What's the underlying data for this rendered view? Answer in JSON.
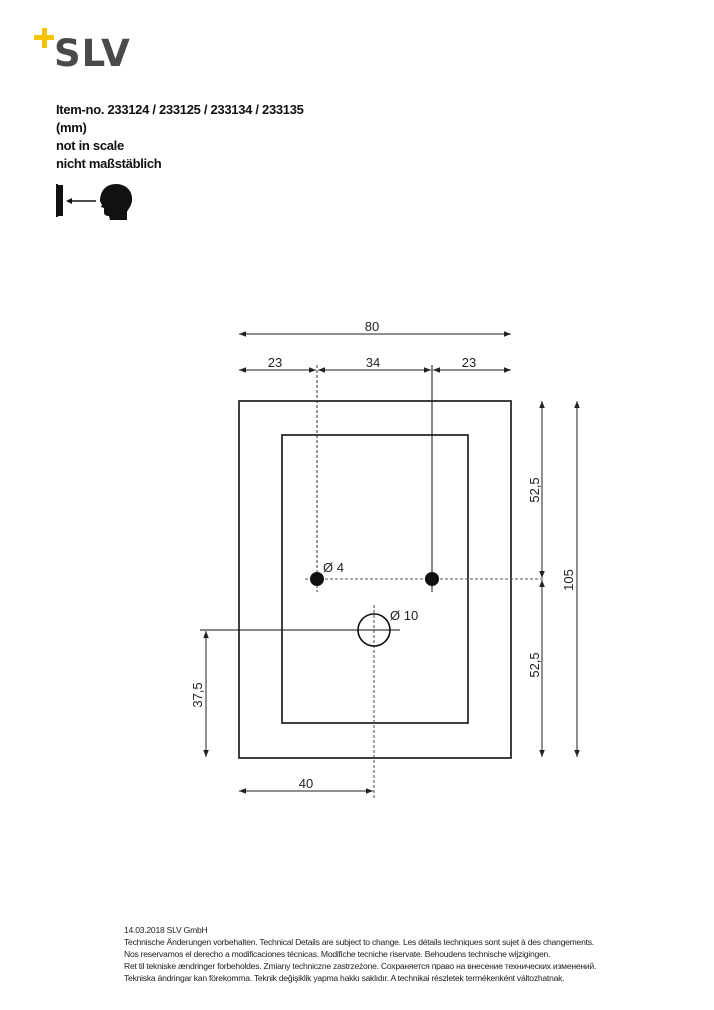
{
  "brand": {
    "logo_text": "SLV",
    "accent_color": "#f5c400",
    "text_color": "#4a4a4a"
  },
  "header": {
    "item_no": "Item-no. 233124 / 233125 / 233134 / 233135",
    "unit": "(mm)",
    "scale_note_en": "not in scale",
    "scale_note_de": "nicht maßstäblich",
    "view_icon": "viewing-direction-icon"
  },
  "drawing": {
    "dimensions": {
      "total_width": "80",
      "left_offset": "23",
      "hole_spacing": "34",
      "right_offset": "23",
      "upper_half_height": "52,5",
      "lower_half_height": "52,5",
      "total_height": "105",
      "cable_hole_from_bottom": "37,5",
      "cable_hole_from_left": "40"
    },
    "labels": {
      "screw_hole_diameter": "Ø 4",
      "cable_hole_diameter": "Ø 10"
    }
  },
  "footer": {
    "date_company": "14.03.2018   SLV GmbH",
    "lines": [
      "Technische Änderungen vorbehalten. Technical Details are subject to change. Les détails techniques sont sujet à des changements.",
      "Nos reservamos el derecho a modificaciones técnicas. Modifiche tecniche riservate. Behoudens technische wijzigingen.",
      "Ret til tekniske ændringer forbeholdes. Zmiany techniczne zastrzeżone. Сохраняется право на внесение технических изменений.",
      "Tekniska ändringar kan förekomma. Teknik değişiklik yapma hakkı saklıdır. A technikai részletek termékenként változhatnak."
    ]
  }
}
